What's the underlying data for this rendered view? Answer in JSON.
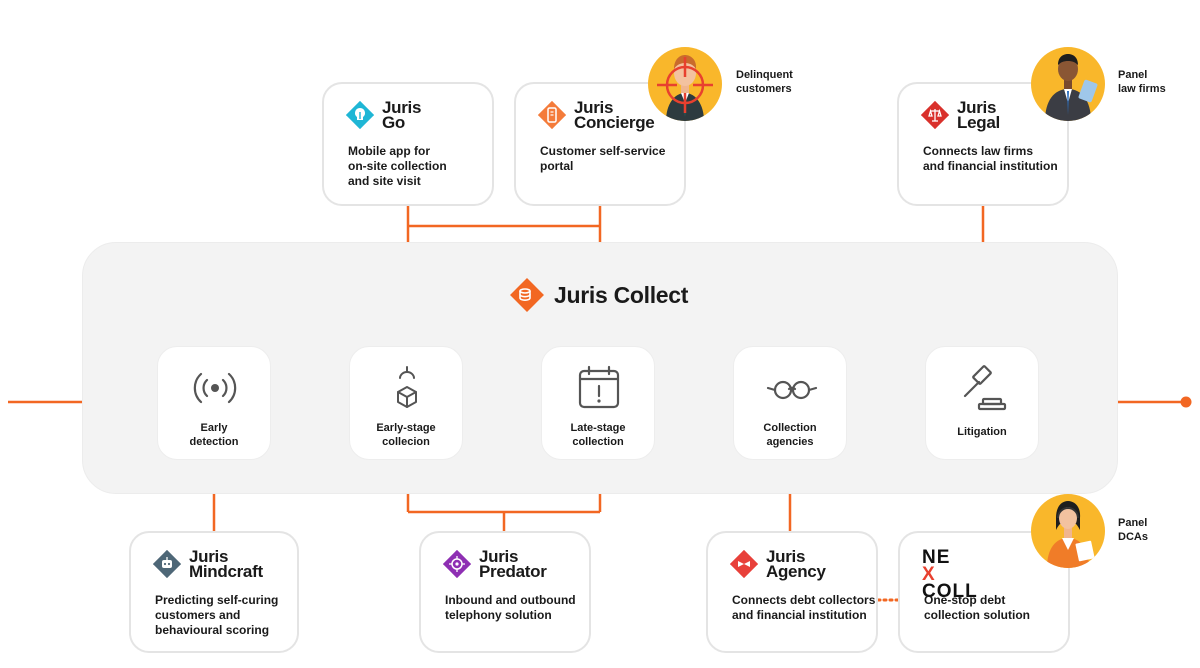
{
  "hub": {
    "title": "Juris Collect"
  },
  "stages": [
    {
      "label_lines": [
        "Early",
        "detection"
      ],
      "icon": "signal-icon"
    },
    {
      "label_lines": [
        "Early-stage",
        "collecion"
      ],
      "icon": "hook-package-icon"
    },
    {
      "label_lines": [
        "Late-stage",
        "collection"
      ],
      "icon": "calendar-alert-icon"
    },
    {
      "label_lines": [
        "Collection",
        "agencies"
      ],
      "icon": "glasses-icon"
    },
    {
      "label_lines": [
        "Litigation"
      ],
      "icon": "gavel-icon"
    }
  ],
  "products": {
    "go": {
      "name_lines": [
        "Juris",
        "Go"
      ],
      "desc_lines": [
        "Mobile app for",
        "on-site collection",
        "and site visit"
      ],
      "color": "#1fb6d5"
    },
    "concierge": {
      "name_lines": [
        "Juris",
        "Concierge"
      ],
      "desc_lines": [
        "Customer self-service",
        "portal"
      ],
      "color": "#f47b3a"
    },
    "legal": {
      "name_lines": [
        "Juris",
        "Legal"
      ],
      "desc_lines": [
        "Connects law firms",
        "and financial institution"
      ],
      "color": "#d9312c"
    },
    "mindcraft": {
      "name_lines": [
        "Juris",
        "Mindcraft"
      ],
      "desc_lines": [
        "Predicting self-curing",
        "customers and",
        "behavioural scoring"
      ],
      "color": "#4e6777"
    },
    "predator": {
      "name_lines": [
        "Juris",
        "Predator"
      ],
      "desc_lines": [
        "Inbound and outbound",
        "telephony solution"
      ],
      "color": "#8e2fb3"
    },
    "agency": {
      "name_lines": [
        "Juris",
        "Agency"
      ],
      "desc_lines": [
        "Connects debt collectors",
        "and financial institution"
      ],
      "color": "#e8403a"
    },
    "nexcoll": {
      "logo_lines": [
        "NE",
        "X",
        "COLL"
      ],
      "desc_lines": [
        "One-stop debt",
        "collection solution"
      ]
    }
  },
  "personas": {
    "delinquent": {
      "label_lines": [
        "Delinquent",
        "customers"
      ]
    },
    "lawfirms": {
      "label_lines": [
        "Panel",
        "law firms"
      ]
    },
    "dcas": {
      "label_lines": [
        "Panel",
        "DCAs"
      ]
    }
  },
  "colors": {
    "accent": "#f26722",
    "hub_bg": "#f3f3f3",
    "card_border": "#e4e4e4",
    "persona_bg": "#f9b72b"
  }
}
